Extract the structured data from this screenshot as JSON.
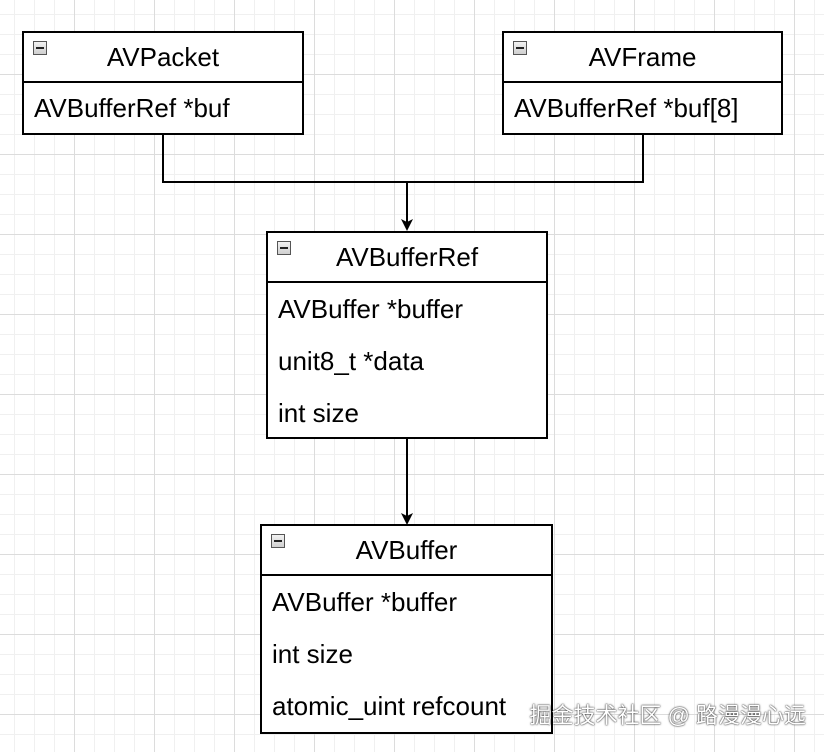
{
  "classes": {
    "avpacket": {
      "name": "AVPacket",
      "fields": [
        "AVBufferRef *buf"
      ]
    },
    "avframe": {
      "name": "AVFrame",
      "fields": [
        "AVBufferRef *buf[8]"
      ]
    },
    "avbufferref": {
      "name": "AVBufferRef",
      "fields": [
        "AVBuffer *buffer",
        "unit8_t *data",
        "int size"
      ]
    },
    "avbuffer": {
      "name": "AVBuffer",
      "fields": [
        "AVBuffer *buffer",
        "int size",
        "atomic_uint refcount"
      ]
    }
  },
  "watermark": "掘金技术社区 @ 路漫漫心远"
}
